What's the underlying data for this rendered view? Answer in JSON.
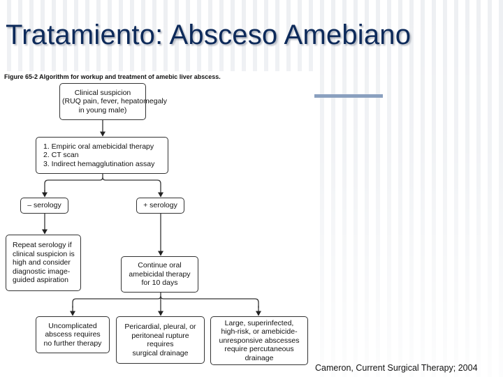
{
  "slide": {
    "title": "Tratamiento: Absceso Amebiano",
    "source": "Cameron, Current Surgical Therapy; 2004"
  },
  "figure": {
    "caption": "Figure 65-2 Algorithm for workup and treatment of amebic liver abscess.",
    "nodes": {
      "clinical_suspicion": [
        "Clinical suspicion",
        "(RUQ pain, fever, hepatomegaly",
        "in young male)"
      ],
      "workup": [
        "1. Empiric oral amebicidal therapy",
        "2. CT scan",
        "3. Indirect hemagglutination assay"
      ],
      "neg_serology": [
        "– serology"
      ],
      "pos_serology": [
        "+ serology"
      ],
      "repeat_serology": [
        "Repeat serology if",
        "clinical suspicion is",
        "high and consider",
        "diagnostic image-",
        "guided aspiration"
      ],
      "continue_therapy": [
        "Continue oral",
        "amebicidal therapy",
        "for 10 days"
      ],
      "uncomplicated": [
        "Uncomplicated",
        "abscess requires",
        "no further therapy"
      ],
      "rupture": [
        "Pericardial, pleural, or",
        "peritoneal rupture",
        "requires",
        "surgical drainage"
      ],
      "large": [
        "Large, superinfected,",
        "high-risk, or amebicide-",
        "unresponsive abscesses",
        "require percutaneous",
        "drainage"
      ]
    }
  }
}
